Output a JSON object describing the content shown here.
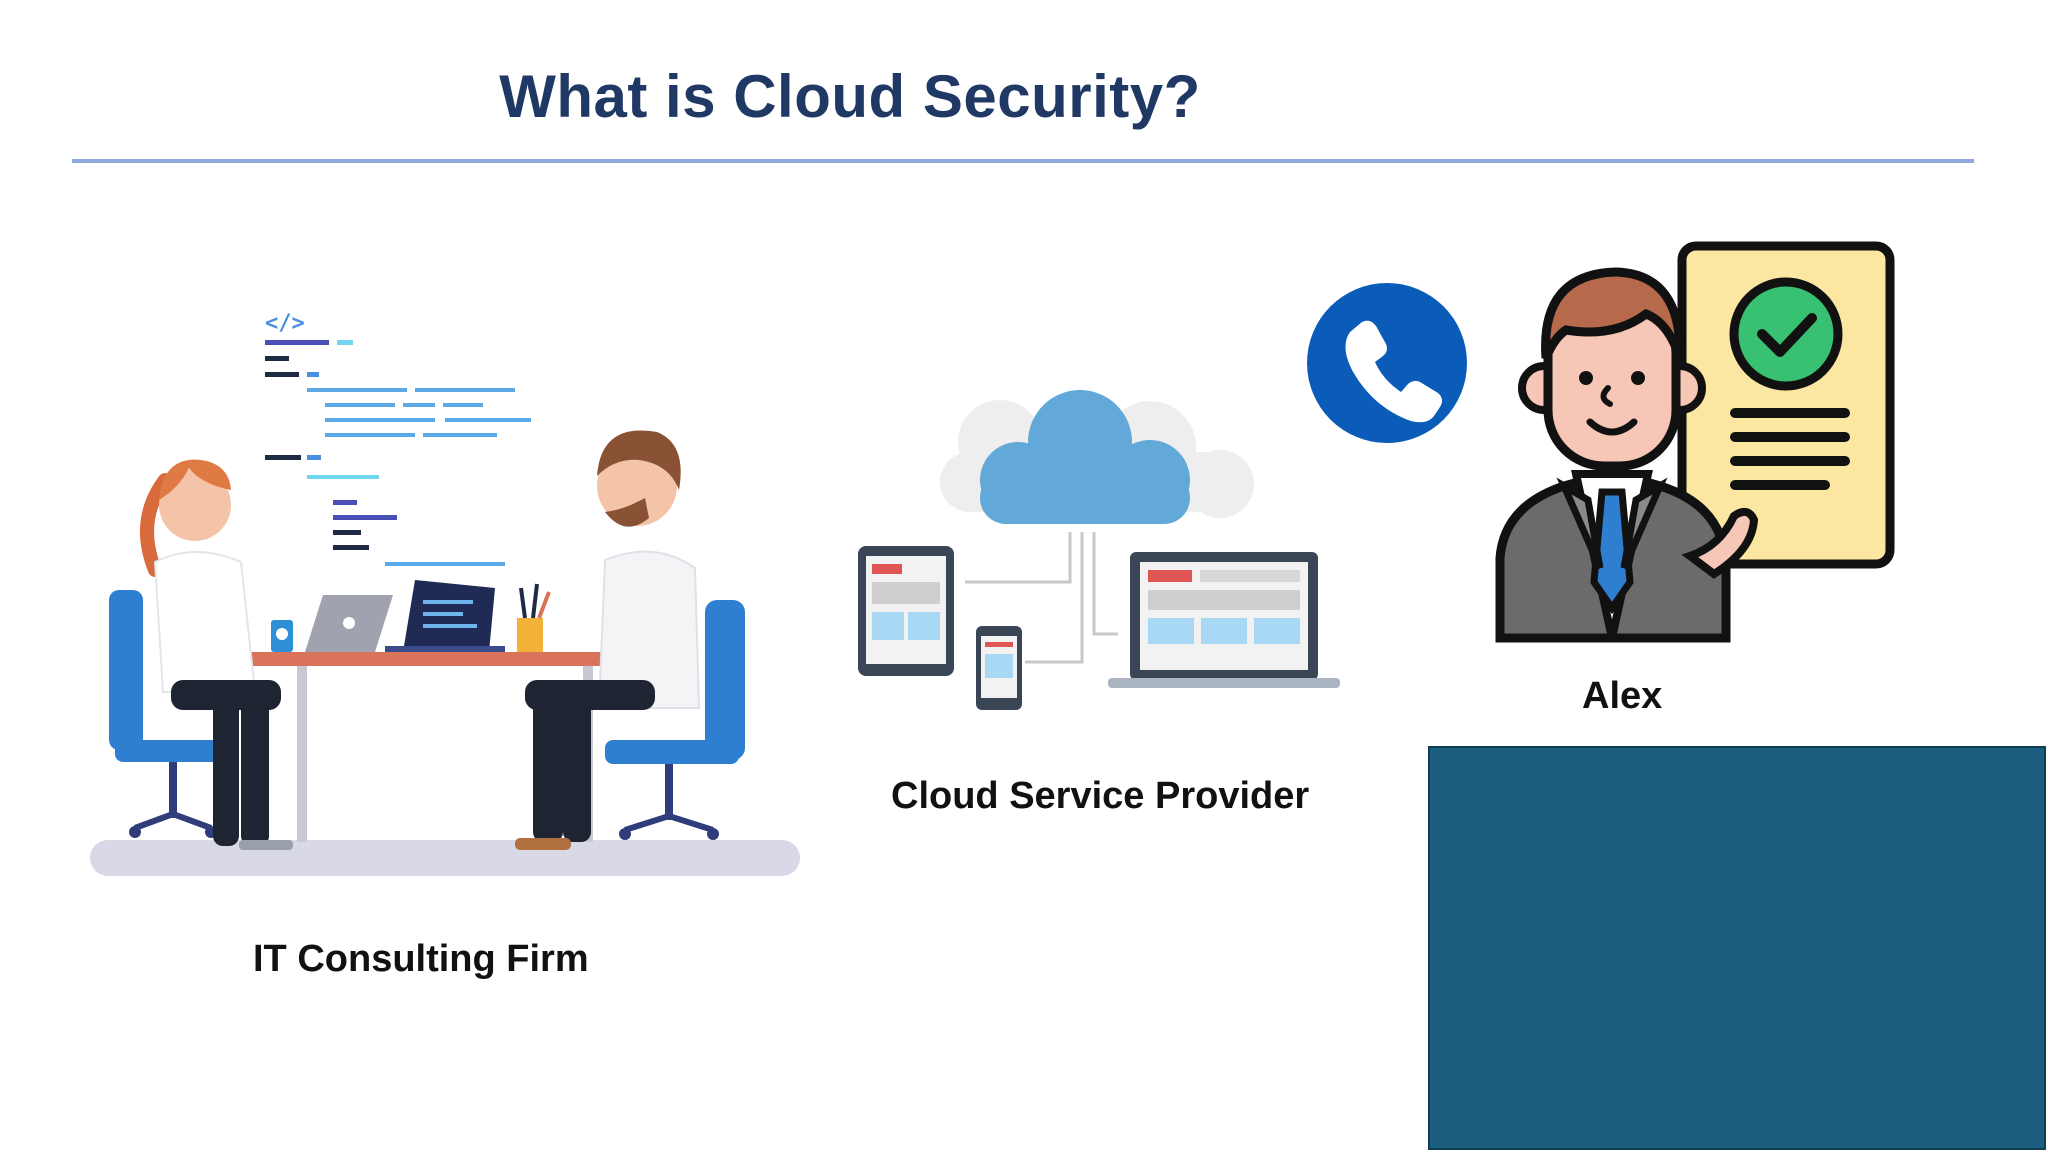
{
  "slide": {
    "title": "What is Cloud Security?"
  },
  "sections": {
    "firm_label": "IT Consulting Firm",
    "provider_label": "Cloud Service Provider",
    "person_label": "Alex"
  },
  "icons": {
    "team": "consulting-team-illustration",
    "cloud": "cloud-network-icon",
    "phone": "phone-call-icon",
    "person": "businessman-document-icon"
  },
  "colors": {
    "title": "#1f3864",
    "rule": "#8faadc",
    "phone": "#0b5cb8",
    "cloud": "#62a8d8",
    "panel": "#1b5e80"
  }
}
